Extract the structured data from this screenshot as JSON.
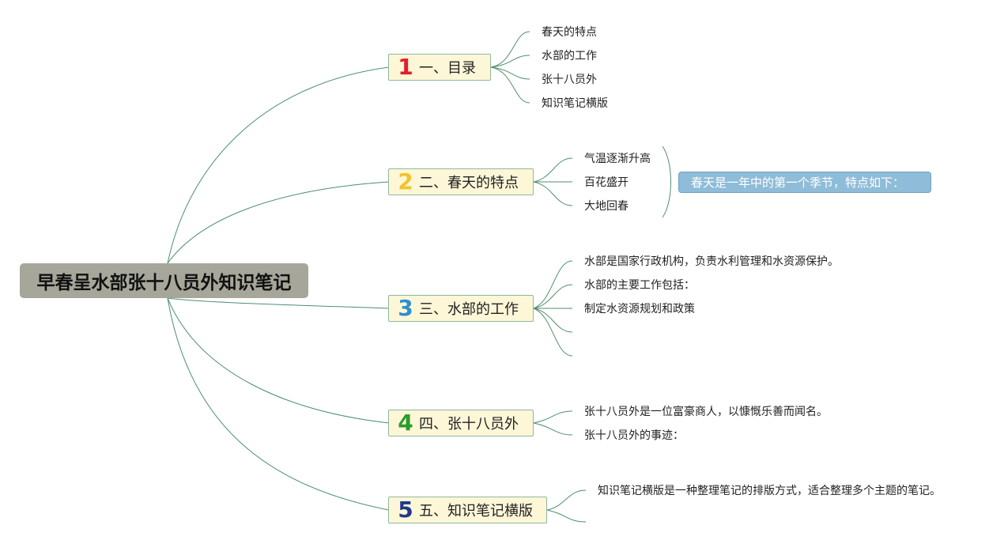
{
  "root": {
    "title": "早春呈水部张十八员外知识笔记"
  },
  "colors": {
    "num1": "#e0202a",
    "num2": "#f2c42b",
    "num3": "#2e8fd1",
    "num4": "#2a9d2a",
    "num5": "#1f3a8a"
  },
  "branches": [
    {
      "num": "1",
      "label": "一、目录",
      "leaves": [
        "春天的特点",
        "水部的工作",
        "张十八员外",
        "知识笔记横版"
      ]
    },
    {
      "num": "2",
      "label": "二、春天的特点",
      "leaves": [
        "气温逐渐升高",
        "百花盛开",
        "大地回春"
      ],
      "note": "春天是一年中的第一个季节，特点如下："
    },
    {
      "num": "3",
      "label": "三、水部的工作",
      "leaves": [
        "水部是国家行政机构，负责水利管理和水资源保护。",
        "水部的主要工作包括：",
        "制定水资源规划和政策",
        "",
        ""
      ]
    },
    {
      "num": "4",
      "label": "四、张十八员外",
      "leaves": [
        "张十八员外是一位富豪商人，以慷慨乐善而闻名。",
        "张十八员外的事迹："
      ]
    },
    {
      "num": "5",
      "label": "五、知识笔记横版",
      "leaves": [
        "知识笔记横版是一种整理笔记的排版方式，适合整理多个主题的笔记。",
        ""
      ]
    }
  ]
}
